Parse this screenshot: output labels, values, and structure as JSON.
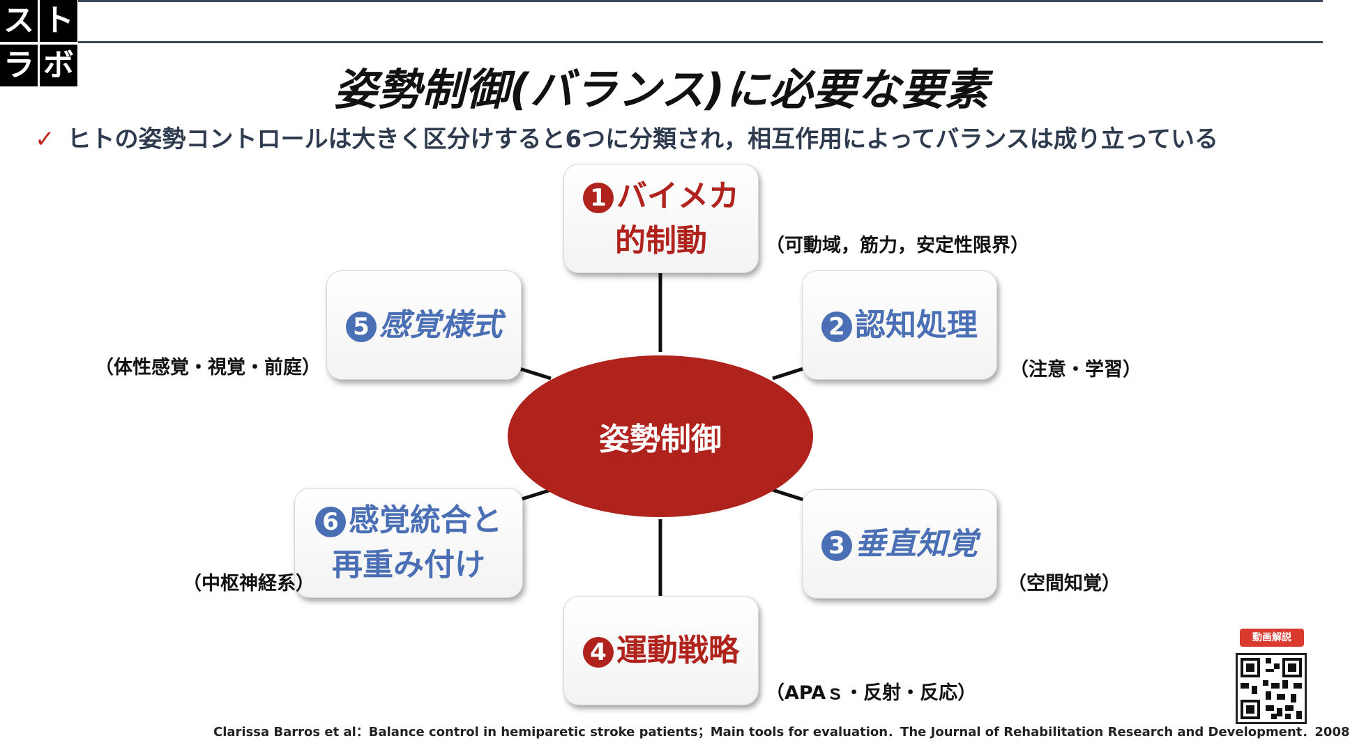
{
  "logo": {
    "chars": [
      "ス",
      "ト",
      "ラ",
      "ボ"
    ]
  },
  "title": "姿勢制御(バランス)に必要な要素",
  "subtitle": {
    "check": "✓",
    "text": "ヒトの姿勢コントロールは大きく区分けすると6つに分類され，相互作用によってバランスは成り立っている"
  },
  "center": {
    "label": "姿勢制御"
  },
  "elements": [
    {
      "number": "1",
      "lines": [
        "バイメカ",
        "的制動"
      ],
      "note": "（可動域，筋力，安定性限界）"
    },
    {
      "number": "2",
      "lines": [
        "認知処理"
      ],
      "note": "（注意・学習）"
    },
    {
      "number": "3",
      "lines": [
        "垂直知覚"
      ],
      "note": "（空間知覚）"
    },
    {
      "number": "4",
      "lines": [
        "運動戦略"
      ],
      "note": "（APAｓ・反射・反応）"
    },
    {
      "number": "5",
      "lines": [
        "感覚様式"
      ],
      "note": "（体性感覚・視覚・前庭）"
    },
    {
      "number": "6",
      "lines": [
        "感覚統合と",
        "再重み付け"
      ],
      "note": "（中枢神経系）"
    }
  ],
  "citation": "Clarissa Barros et al：Balance control in hemiparetic stroke patients；Main tools for evaluation．The Journal of Rehabilitation Research and Development．2008",
  "qr": {
    "badge": "動画解説"
  },
  "colors": {
    "accent_red": "#b0231c",
    "accent_blue": "#4a6fb5",
    "text_dark": "#2e3b4e"
  }
}
